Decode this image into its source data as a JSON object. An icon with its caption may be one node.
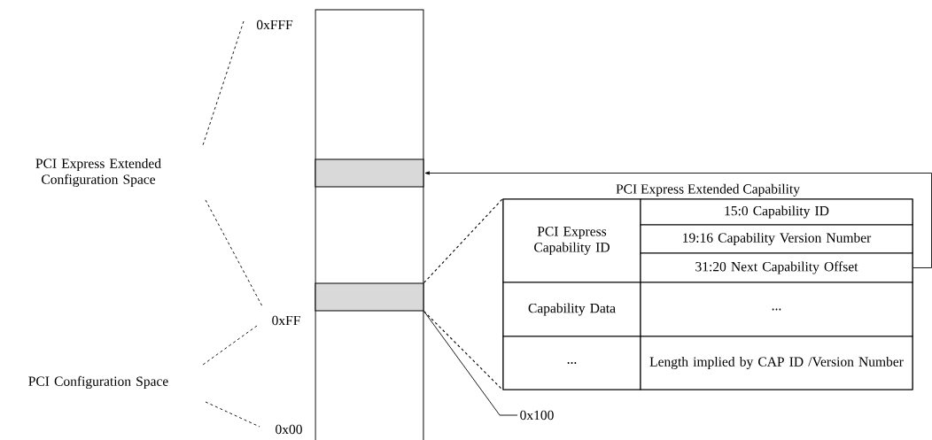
{
  "diagram": {
    "nodes": [
      {
        "text": [],
        "shape": "bar"
      },
      {
        "text": [],
        "shape": "box",
        "in": 0
      },
      {
        "text": [],
        "shape": "box",
        "in": 0
      },
      {
        "text": [
          "PCI Express Extended Capability"
        ]
      },
      {
        "text": [
          "PCI Express Capability ID"
        ],
        "in": 3
      },
      {
        "text": [
          "15:0 Capability ID"
        ],
        "in": 3
      },
      {
        "text": [
          "19:16 Capability Version Number"
        ],
        "in": 3
      },
      {
        "text": [
          "31:20 Next Capability Offset"
        ],
        "in": 3
      },
      {
        "text": [
          "Capability Data"
        ],
        "in": 3
      },
      {
        "text": [
          "..."
        ],
        "in": 3
      },
      {
        "text": [
          "..."
        ],
        "in": 3
      },
      {
        "text": [
          "Length implied by CAP ID /Version Number"
        ],
        "in": 3
      },
      {
        "text": [
          "0x100"
        ]
      }
    ],
    "edges": [
      {
        "from": 7,
        "to": 1,
        "arrow": "to"
      },
      {
        "from": 2,
        "to": 3,
        "arrow": "none",
        "style": "dashed"
      },
      {
        "from": 2,
        "to": 3,
        "arrow": "none",
        "style": "dashed"
      },
      {
        "from": 12,
        "to": 2,
        "arrow": "none"
      }
    ],
    "labels": [
      "0xFFF",
      "PCI Express Extended Configuration Space",
      "0xFF",
      "PCI Configuration Space",
      "0x00"
    ]
  }
}
